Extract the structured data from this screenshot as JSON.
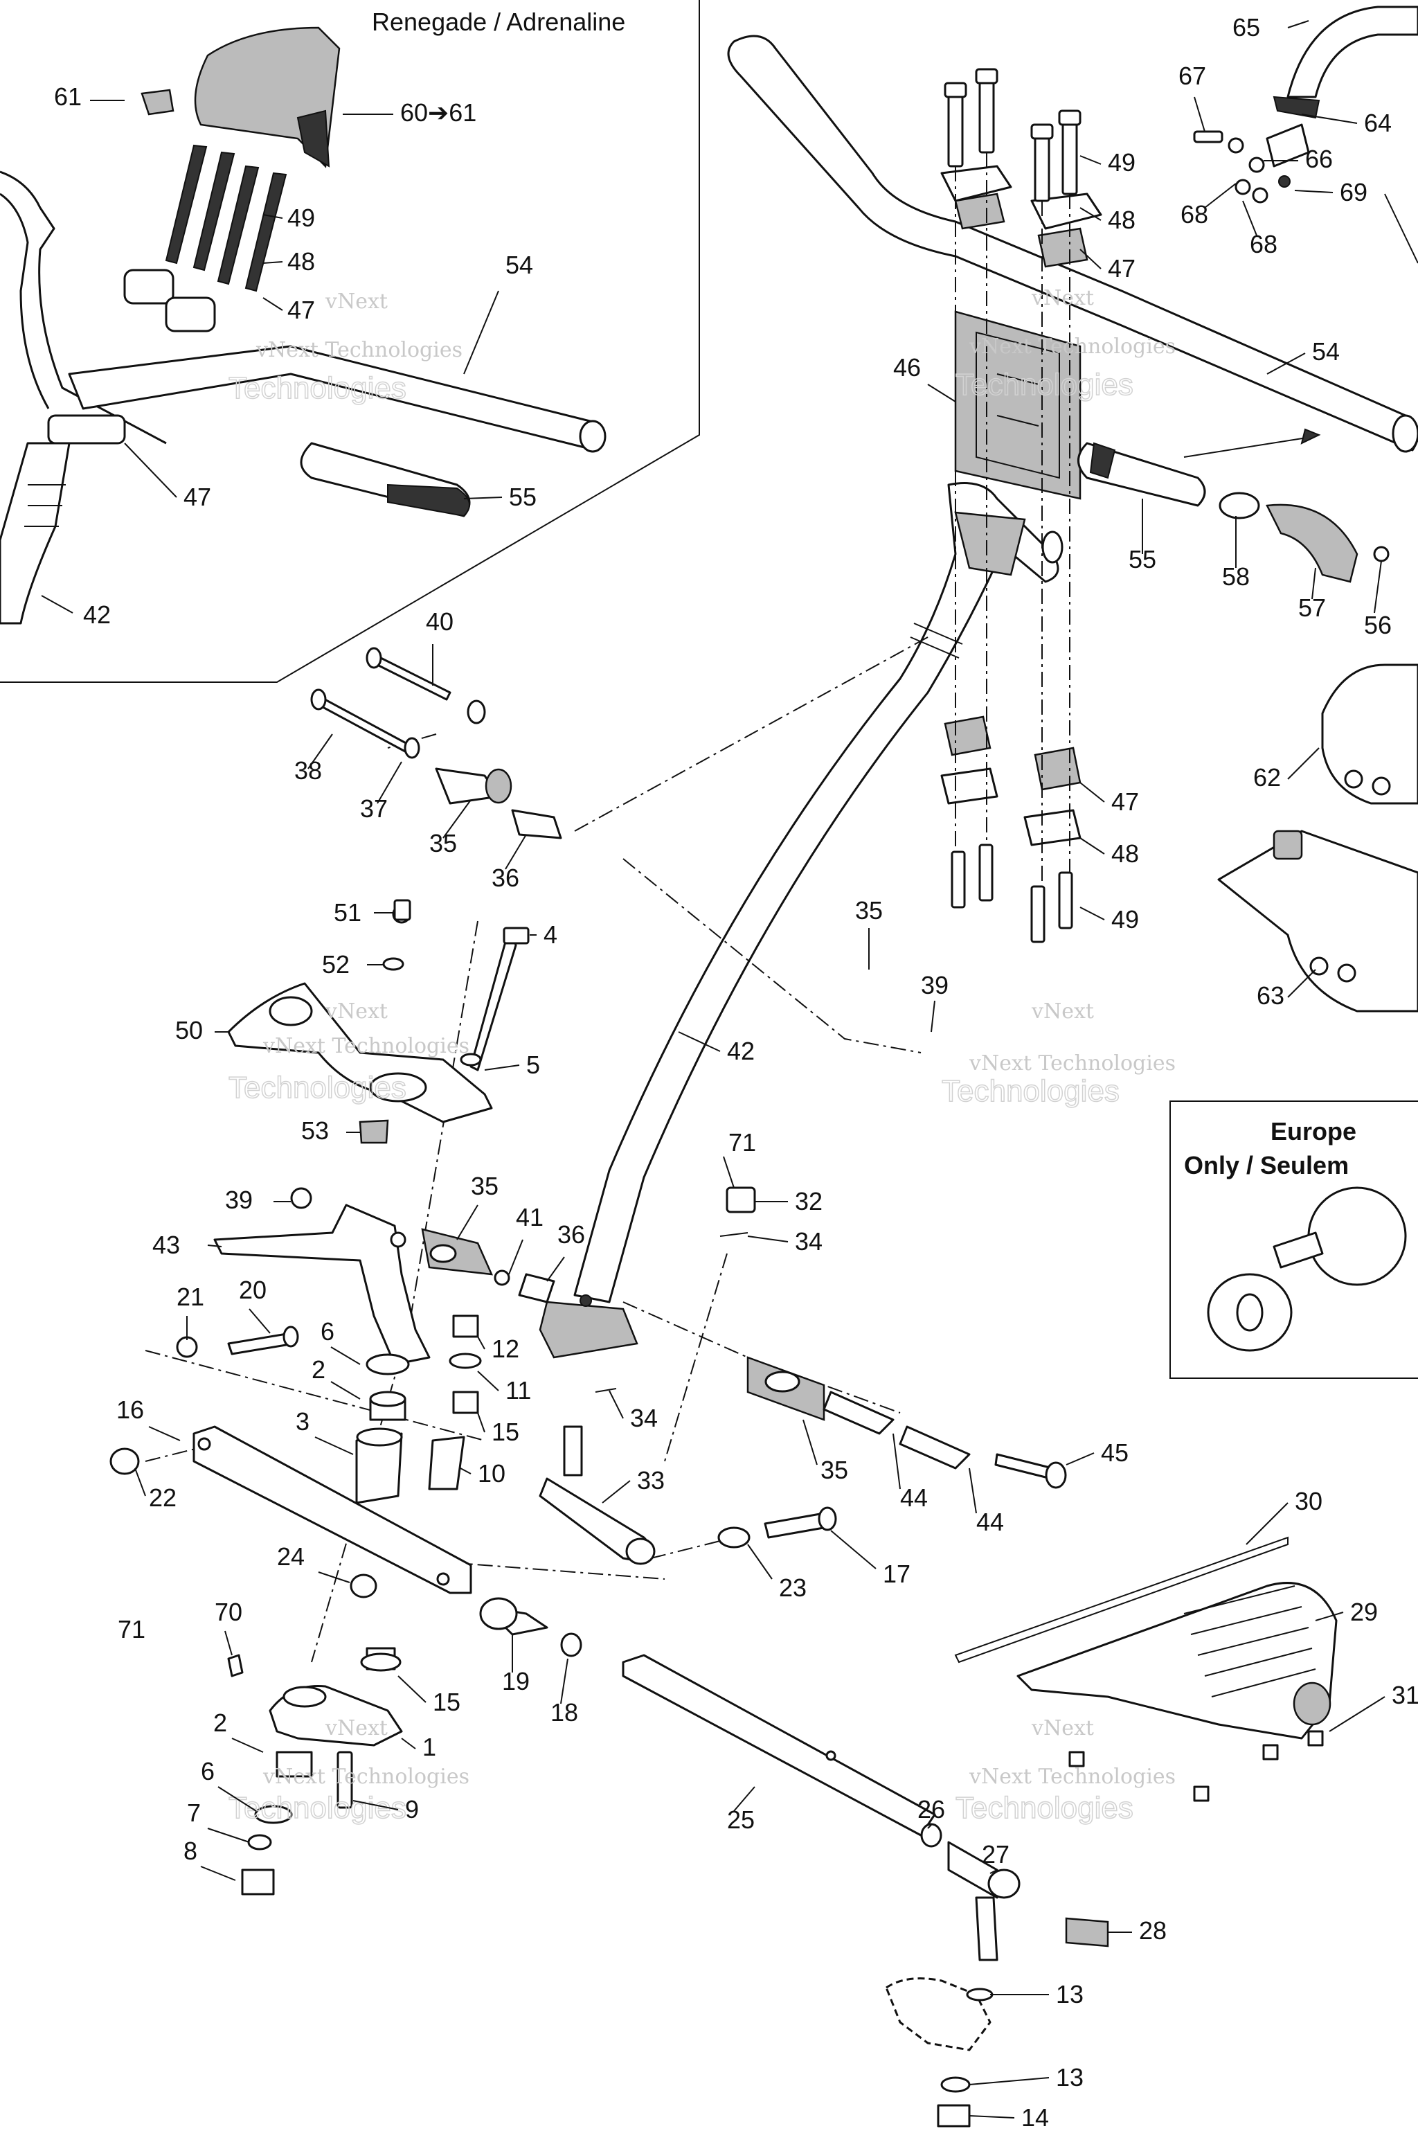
{
  "insets": {
    "variant_title": "Renegade / Adrenaline",
    "region_title_line1": "Europe",
    "region_title_line2": "Only / Seulem"
  },
  "watermark": {
    "line1": "vNext",
    "line2": "vNext Technologies",
    "line3": "Technologies"
  },
  "callouts": [
    {
      "id": "c65",
      "text": "65"
    },
    {
      "id": "c67",
      "text": "67"
    },
    {
      "id": "c64",
      "text": "64"
    },
    {
      "id": "c66",
      "text": "66"
    },
    {
      "id": "c69",
      "text": "69"
    },
    {
      "id": "c68a",
      "text": "68"
    },
    {
      "id": "c68b",
      "text": "68"
    },
    {
      "id": "c49a",
      "text": "49"
    },
    {
      "id": "c48a",
      "text": "48"
    },
    {
      "id": "c47a",
      "text": "47"
    },
    {
      "id": "c54a",
      "text": "54"
    },
    {
      "id": "c46",
      "text": "46"
    },
    {
      "id": "c55a",
      "text": "55"
    },
    {
      "id": "c58",
      "text": "58"
    },
    {
      "id": "c57",
      "text": "57"
    },
    {
      "id": "c56",
      "text": "56"
    },
    {
      "id": "c62",
      "text": "62"
    },
    {
      "id": "c63",
      "text": "63"
    },
    {
      "id": "c47b",
      "text": "47"
    },
    {
      "id": "c48b",
      "text": "48"
    },
    {
      "id": "c49b",
      "text": "49"
    },
    {
      "id": "c35a",
      "text": "35"
    },
    {
      "id": "c39a",
      "text": "39"
    },
    {
      "id": "c42a",
      "text": "42"
    },
    {
      "id": "c61",
      "text": "61"
    },
    {
      "id": "c6061",
      "text": "60➔61"
    },
    {
      "id": "c49i",
      "text": "49"
    },
    {
      "id": "c48i",
      "text": "48"
    },
    {
      "id": "c47i",
      "text": "47"
    },
    {
      "id": "c54i",
      "text": "54"
    },
    {
      "id": "c47j",
      "text": "47"
    },
    {
      "id": "c55i",
      "text": "55"
    },
    {
      "id": "c42i",
      "text": "42"
    },
    {
      "id": "c40",
      "text": "40"
    },
    {
      "id": "c38",
      "text": "38"
    },
    {
      "id": "c37",
      "text": "37"
    },
    {
      "id": "c35b",
      "text": "35"
    },
    {
      "id": "c36a",
      "text": "36"
    },
    {
      "id": "c51",
      "text": "51"
    },
    {
      "id": "c4",
      "text": "4"
    },
    {
      "id": "c52",
      "text": "52"
    },
    {
      "id": "c50",
      "text": "50"
    },
    {
      "id": "c5",
      "text": "5"
    },
    {
      "id": "c53",
      "text": "53"
    },
    {
      "id": "c71a",
      "text": "71"
    },
    {
      "id": "c32",
      "text": "32"
    },
    {
      "id": "c34a",
      "text": "34"
    },
    {
      "id": "c39b",
      "text": "39"
    },
    {
      "id": "c35c",
      "text": "35"
    },
    {
      "id": "c43",
      "text": "43"
    },
    {
      "id": "c41",
      "text": "41"
    },
    {
      "id": "c36b",
      "text": "36"
    },
    {
      "id": "c21",
      "text": "21"
    },
    {
      "id": "c20",
      "text": "20"
    },
    {
      "id": "c6a",
      "text": "6"
    },
    {
      "id": "c12",
      "text": "12"
    },
    {
      "id": "c2a",
      "text": "2"
    },
    {
      "id": "c11",
      "text": "11"
    },
    {
      "id": "c16",
      "text": "16"
    },
    {
      "id": "c3",
      "text": "3"
    },
    {
      "id": "c15a",
      "text": "15"
    },
    {
      "id": "c34b",
      "text": "34"
    },
    {
      "id": "c10",
      "text": "10"
    },
    {
      "id": "c22",
      "text": "22"
    },
    {
      "id": "c33",
      "text": "33"
    },
    {
      "id": "c35d",
      "text": "35"
    },
    {
      "id": "c44a",
      "text": "44"
    },
    {
      "id": "c44b",
      "text": "44"
    },
    {
      "id": "c45",
      "text": "45"
    },
    {
      "id": "c30",
      "text": "30"
    },
    {
      "id": "c24",
      "text": "24"
    },
    {
      "id": "c23",
      "text": "23"
    },
    {
      "id": "c17",
      "text": "17"
    },
    {
      "id": "c29",
      "text": "29"
    },
    {
      "id": "c71b",
      "text": "71"
    },
    {
      "id": "c70",
      "text": "70"
    },
    {
      "id": "c19",
      "text": "19"
    },
    {
      "id": "c18",
      "text": "18"
    },
    {
      "id": "c15b",
      "text": "15"
    },
    {
      "id": "c31",
      "text": "31"
    },
    {
      "id": "c1",
      "text": "1"
    },
    {
      "id": "c2b",
      "text": "2"
    },
    {
      "id": "c9",
      "text": "9"
    },
    {
      "id": "c6b",
      "text": "6"
    },
    {
      "id": "c25",
      "text": "25"
    },
    {
      "id": "c26",
      "text": "26"
    },
    {
      "id": "c7",
      "text": "7"
    },
    {
      "id": "c27",
      "text": "27"
    },
    {
      "id": "c8",
      "text": "8"
    },
    {
      "id": "c28",
      "text": "28"
    },
    {
      "id": "c13a",
      "text": "13"
    },
    {
      "id": "c13b",
      "text": "13"
    },
    {
      "id": "c14",
      "text": "14"
    }
  ]
}
